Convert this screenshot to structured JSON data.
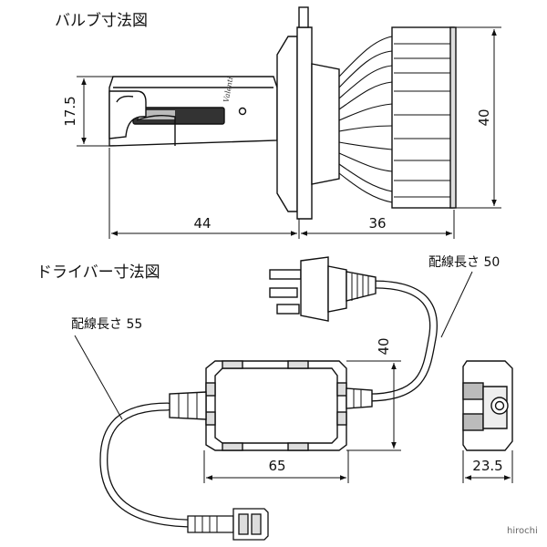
{
  "titles": {
    "bulb": "バルブ寸法図",
    "driver": "ドライバー寸法図"
  },
  "bulb": {
    "dim_height": "17.5",
    "dim_length_left": "44",
    "dim_length_right": "36",
    "dim_diameter": "40",
    "logo_text": "Valenti"
  },
  "driver": {
    "cable_label_right": "配線長さ 50",
    "cable_label_left": "配線長さ 55",
    "dim_height": "40",
    "dim_width": "65",
    "dim_depth": "23.5"
  },
  "watermark": "hirochi",
  "colors": {
    "line": "#111111",
    "fill_light": "#ffffff",
    "fill_gray": "#d9d9d9",
    "fill_dark": "#9a9a9a"
  }
}
